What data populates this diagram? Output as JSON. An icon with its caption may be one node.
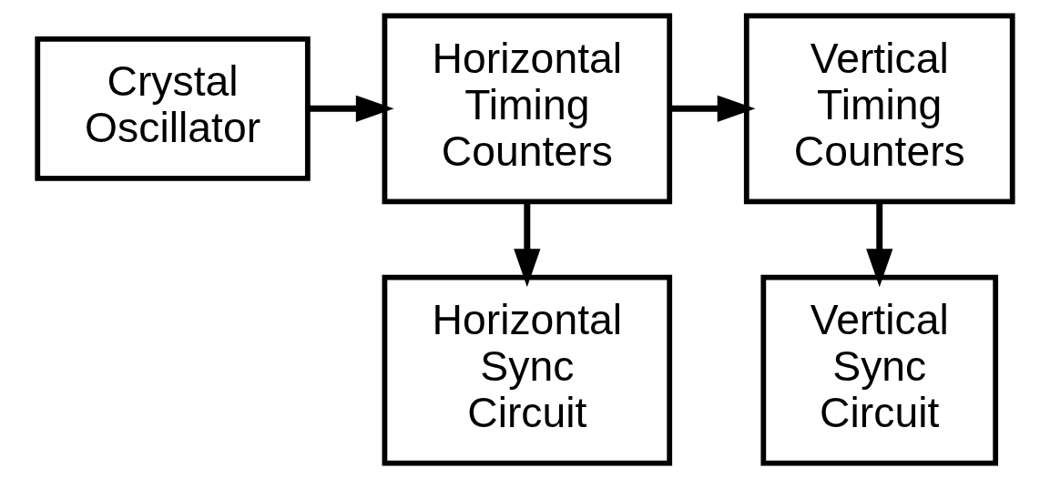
{
  "diagram": {
    "nodes": [
      {
        "text": [
          "Crystal Oscillator"
        ]
      },
      {
        "text": [
          "Horizontal Timing Counters"
        ]
      },
      {
        "text": [
          "Vertical Timing Counters"
        ]
      },
      {
        "text": [
          "Horizontal Sync Circuit"
        ]
      },
      {
        "text": [
          "Vertical Sync Circuit"
        ]
      }
    ],
    "edges": [
      {
        "from": 0,
        "to": 1,
        "arrow": "to"
      },
      {
        "from": 1,
        "to": 2,
        "arrow": "to"
      },
      {
        "from": 1,
        "to": 3,
        "arrow": "to"
      },
      {
        "from": 2,
        "to": 4,
        "arrow": "to"
      }
    ]
  }
}
